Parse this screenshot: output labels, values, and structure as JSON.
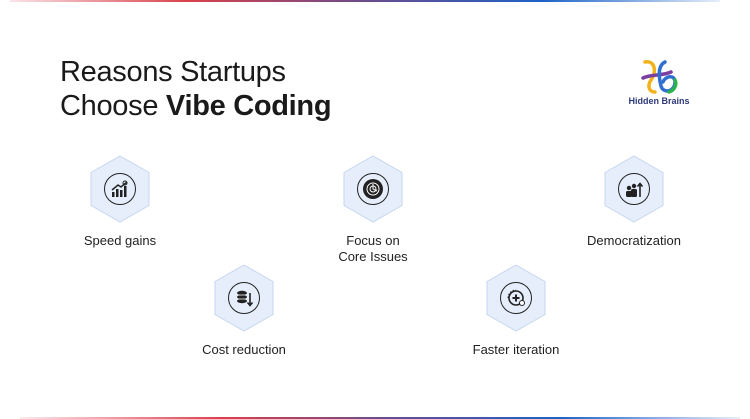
{
  "title": {
    "line1": "Reasons Startups",
    "line2_prefix": "Choose ",
    "line2_bold": "Vibe Coding"
  },
  "logo": {
    "text": "Hidden Brains",
    "icon": "hidden-brains-logo"
  },
  "colors": {
    "hex_fill": "#e6eefb",
    "hex_stroke": "#c6d6ef",
    "gradient": [
      "#d9414a",
      "#6b4c8c",
      "#1e63c7"
    ]
  },
  "items": [
    {
      "label": "Speed gains",
      "icon": "growth-chart-icon"
    },
    {
      "label": "Focus on\nCore Issues",
      "label_line1": "Focus on",
      "label_line2": "Core Issues",
      "icon": "target-focus-icon"
    },
    {
      "label": "Democratization",
      "icon": "people-group-icon"
    },
    {
      "label": "Cost reduction",
      "icon": "coins-down-icon"
    },
    {
      "label": "Faster iteration",
      "icon": "iteration-cycle-icon"
    }
  ]
}
